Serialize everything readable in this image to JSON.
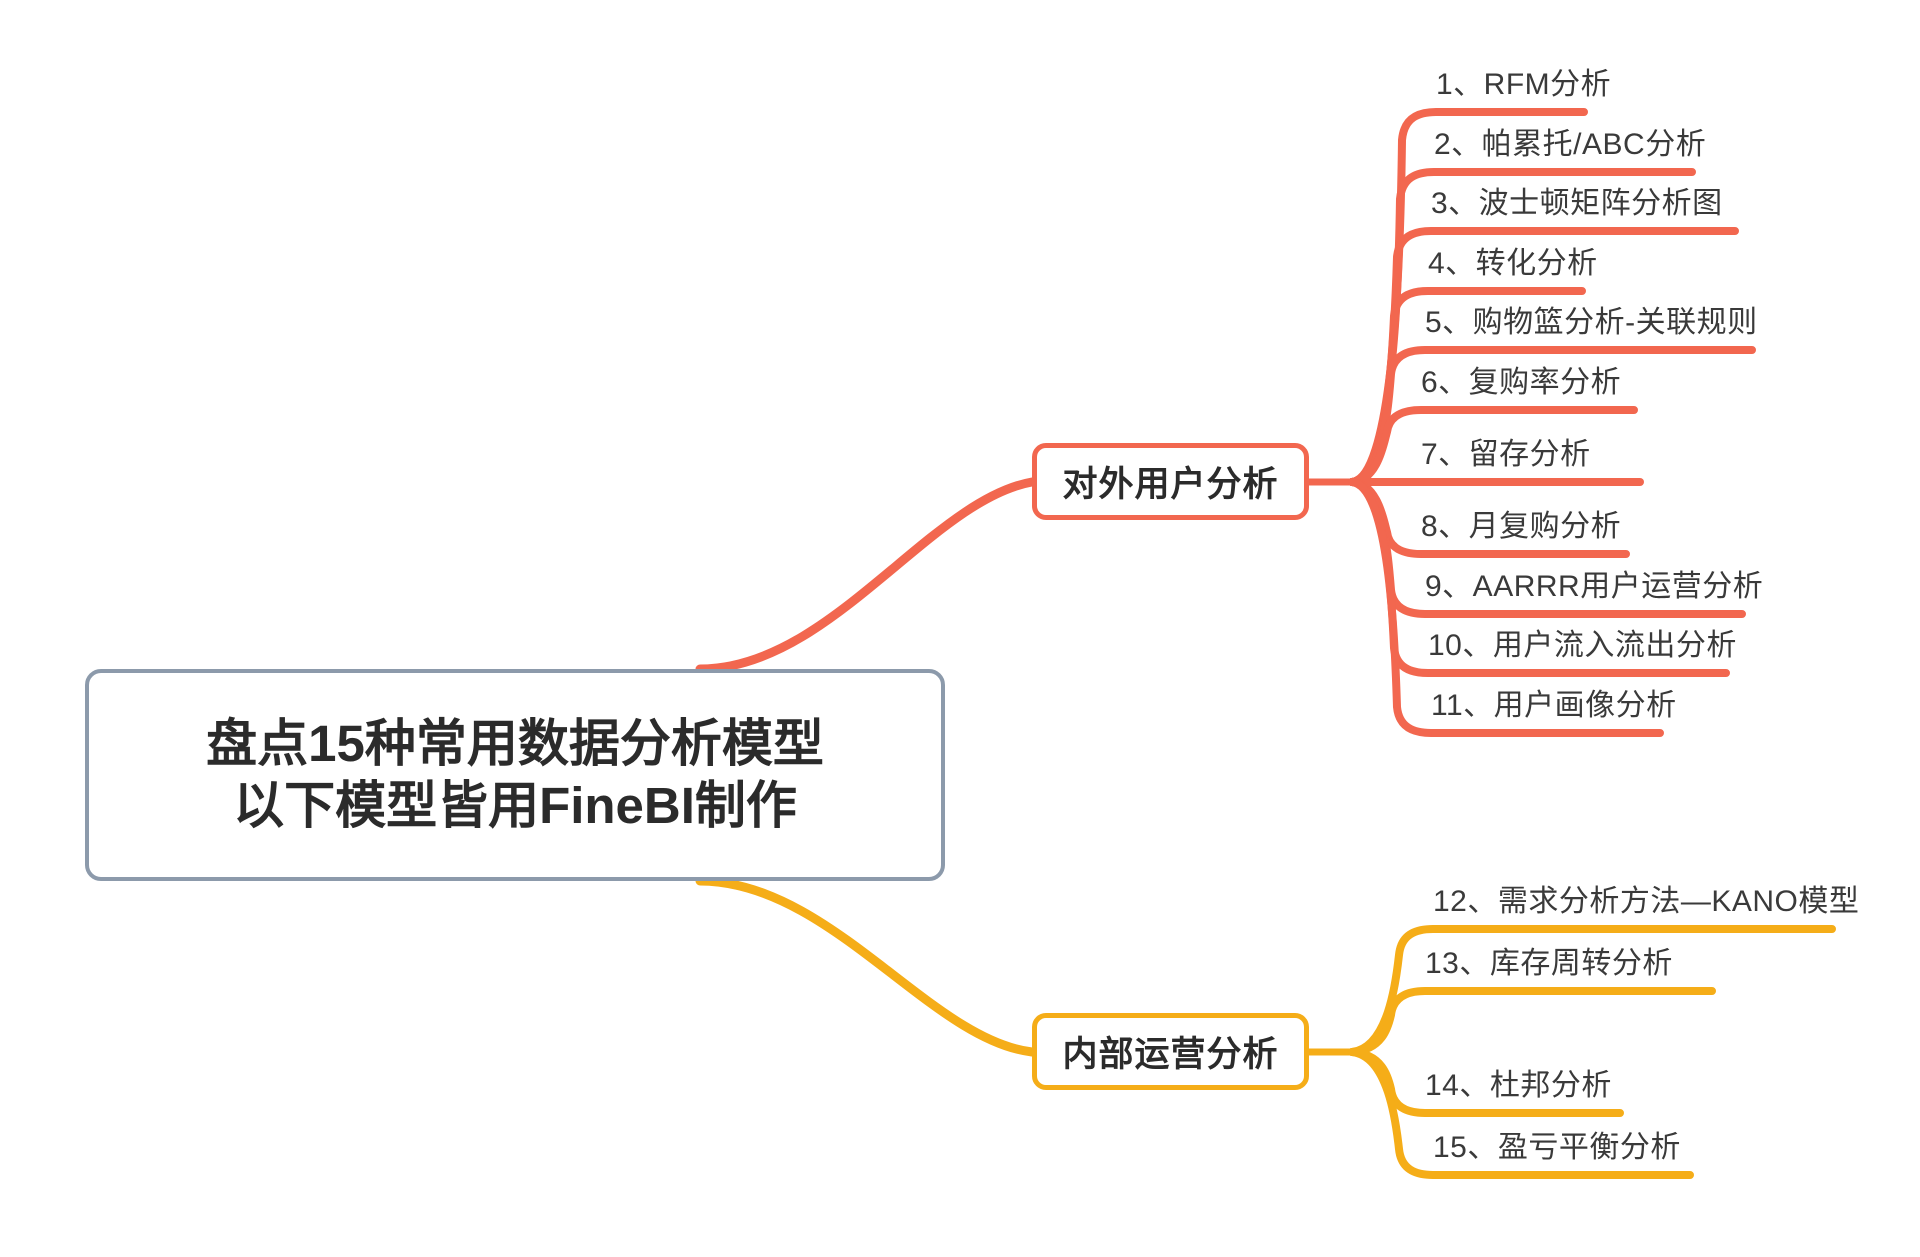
{
  "mindmap": {
    "root": {
      "line1": "盘点15种常用数据分析模型",
      "line2": "以下模型皆用FineBI制作",
      "border_color": "#8c9aab"
    },
    "branches": [
      {
        "id": "outer",
        "label": "对外用户分析",
        "color": "#f2674f",
        "items": [
          "1、RFM分析",
          "2、帕累托/ABC分析",
          "3、波士顿矩阵分析图",
          "4、转化分析",
          "5、购物篮分析-关联规则",
          "6、复购率分析",
          "7、留存分析",
          "8、月复购分析",
          "9、AARRR用户运营分析",
          "10、用户流入流出分析",
          "11、用户画像分析"
        ]
      },
      {
        "id": "inner",
        "label": "内部运营分析",
        "color": "#f5ad18",
        "items": [
          "12、需求分析方法—KANO模型",
          "13、库存周转分析",
          "14、杜邦分析",
          "15、盈亏平衡分析"
        ]
      }
    ]
  },
  "chart_data": {
    "type": "diagram",
    "diagram_kind": "mind-map",
    "title": "盘点15种常用数据分析模型 以下模型皆用FineBI制作",
    "nodes": [
      {
        "id": "root",
        "label": "盘点15种常用数据分析模型\n以下模型皆用FineBI制作",
        "level": 0,
        "color": "#8c9aab"
      },
      {
        "id": "outer",
        "label": "对外用户分析",
        "level": 1,
        "color": "#f2674f",
        "parent": "root"
      },
      {
        "id": "inner",
        "label": "内部运营分析",
        "level": 1,
        "color": "#f5ad18",
        "parent": "root"
      },
      {
        "id": "i1",
        "label": "1、RFM分析",
        "level": 2,
        "parent": "outer"
      },
      {
        "id": "i2",
        "label": "2、帕累托/ABC分析",
        "level": 2,
        "parent": "outer"
      },
      {
        "id": "i3",
        "label": "3、波士顿矩阵分析图",
        "level": 2,
        "parent": "outer"
      },
      {
        "id": "i4",
        "label": "4、转化分析",
        "level": 2,
        "parent": "outer"
      },
      {
        "id": "i5",
        "label": "5、购物篮分析-关联规则",
        "level": 2,
        "parent": "outer"
      },
      {
        "id": "i6",
        "label": "6、复购率分析",
        "level": 2,
        "parent": "outer"
      },
      {
        "id": "i7",
        "label": "7、留存分析",
        "level": 2,
        "parent": "outer"
      },
      {
        "id": "i8",
        "label": "8、月复购分析",
        "level": 2,
        "parent": "outer"
      },
      {
        "id": "i9",
        "label": "9、AARRR用户运营分析",
        "level": 2,
        "parent": "outer"
      },
      {
        "id": "i10",
        "label": "10、用户流入流出分析",
        "level": 2,
        "parent": "outer"
      },
      {
        "id": "i11",
        "label": "11、用户画像分析",
        "level": 2,
        "parent": "outer"
      },
      {
        "id": "i12",
        "label": "12、需求分析方法—KANO模型",
        "level": 2,
        "parent": "inner"
      },
      {
        "id": "i13",
        "label": "13、库存周转分析",
        "level": 2,
        "parent": "inner"
      },
      {
        "id": "i14",
        "label": "14、杜邦分析",
        "level": 2,
        "parent": "inner"
      },
      {
        "id": "i15",
        "label": "15、盈亏平衡分析",
        "level": 2,
        "parent": "inner"
      }
    ],
    "total_items": 15,
    "background": "#ffffff"
  }
}
